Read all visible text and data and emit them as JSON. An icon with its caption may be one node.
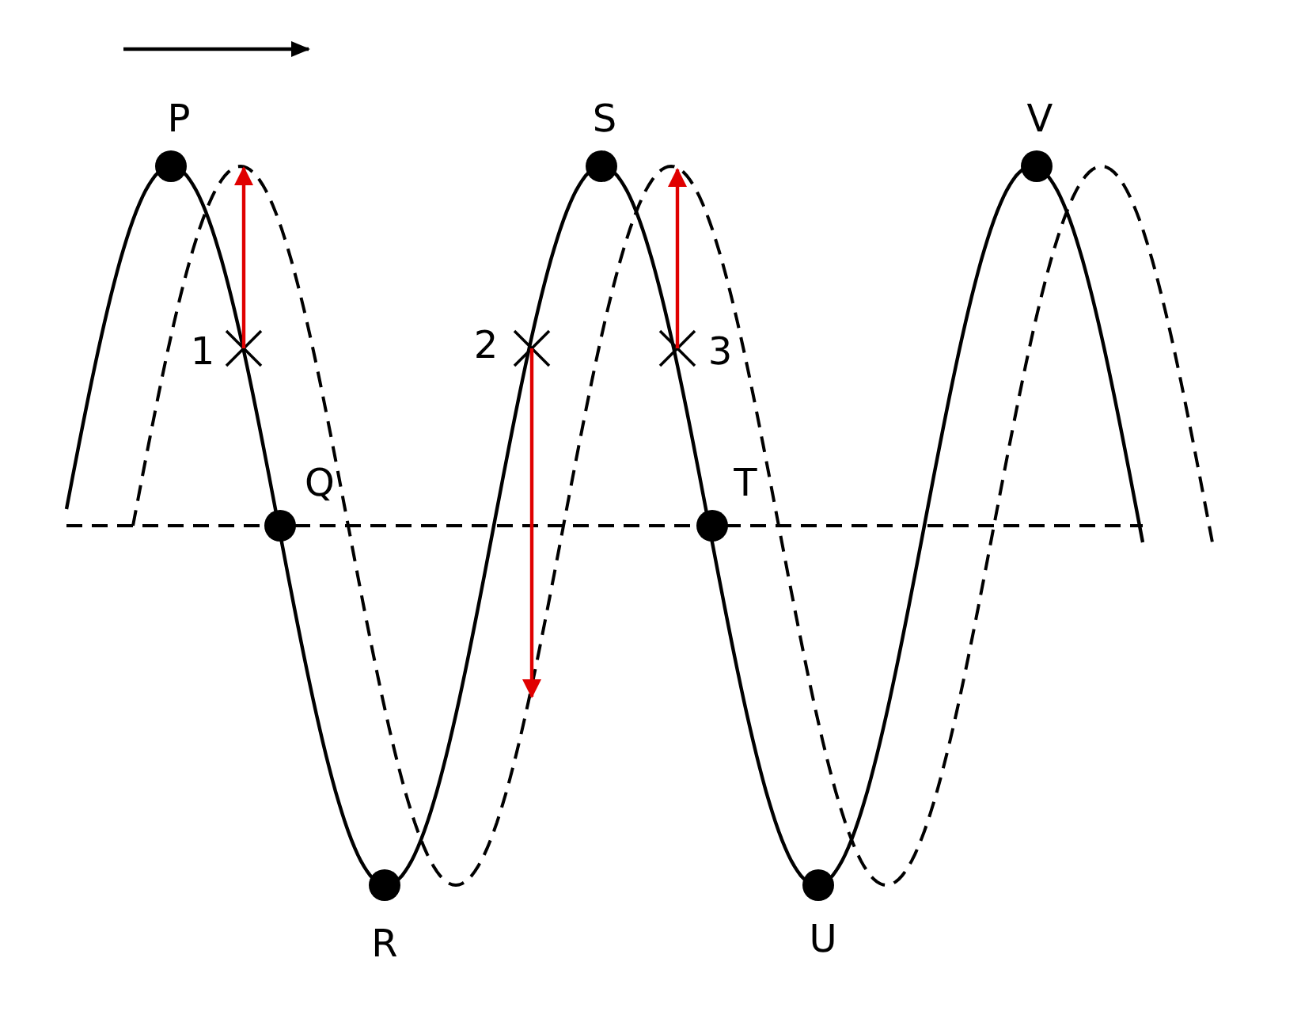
{
  "diagram": {
    "labels": [
      "P",
      "S",
      "V",
      "1",
      "2",
      "3",
      "Q",
      "T",
      "R",
      "U"
    ]
  }
}
